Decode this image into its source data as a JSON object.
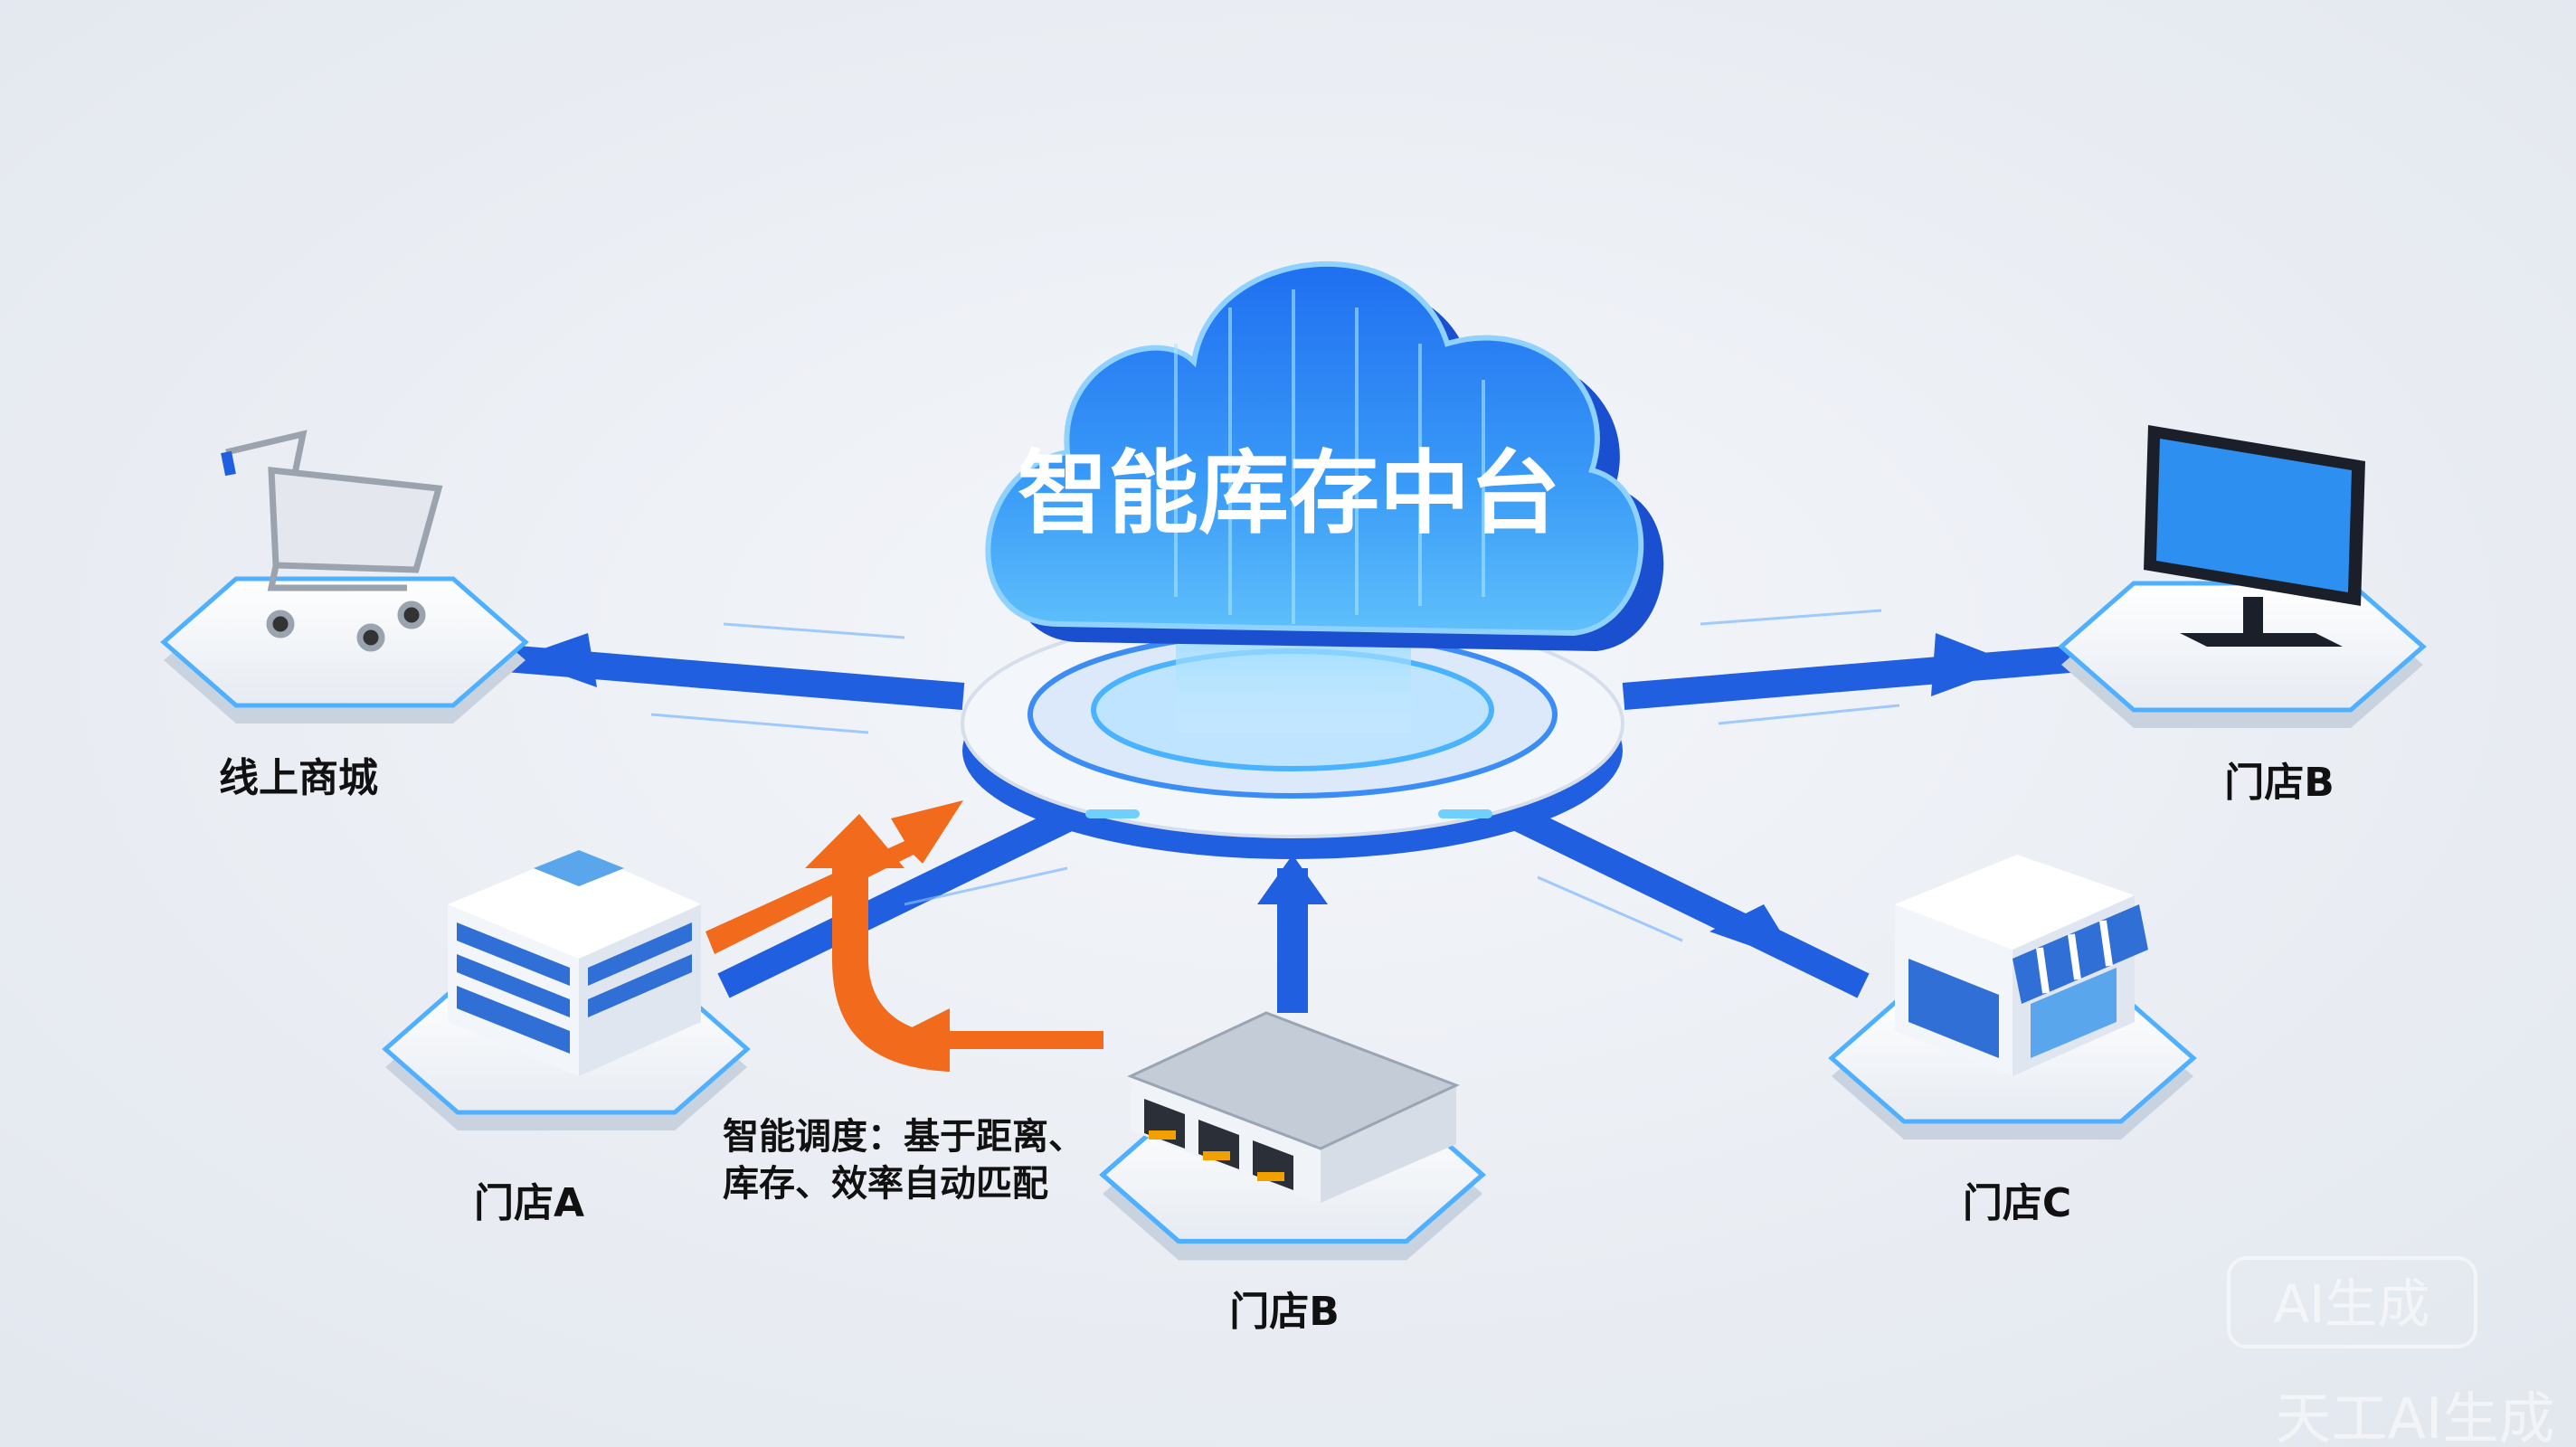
{
  "diagram": {
    "hub": {
      "title": "智能库存中台"
    },
    "nodes": [
      {
        "id": "online-mall",
        "label": "线上商城",
        "icon": "shopping-cart-icon"
      },
      {
        "id": "store-b-monitor",
        "label": "门店B",
        "icon": "monitor-icon"
      },
      {
        "id": "store-a",
        "label": "门店A",
        "icon": "office-building-icon"
      },
      {
        "id": "store-b-warehouse",
        "label": "门店B",
        "icon": "warehouse-icon"
      },
      {
        "id": "store-c",
        "label": "门店C",
        "icon": "storefront-icon"
      }
    ],
    "annotation": {
      "line1": "智能调度：基于距离、",
      "line2": "库存、效率自动匹配"
    }
  },
  "watermark": {
    "badge": "AI生成",
    "text": "天工AI生成"
  },
  "colors": {
    "accent_blue": "#1f5fe0",
    "cloud_blue": "#2f86f2",
    "orange": "#f26a1b",
    "background": "#e9edf3"
  }
}
